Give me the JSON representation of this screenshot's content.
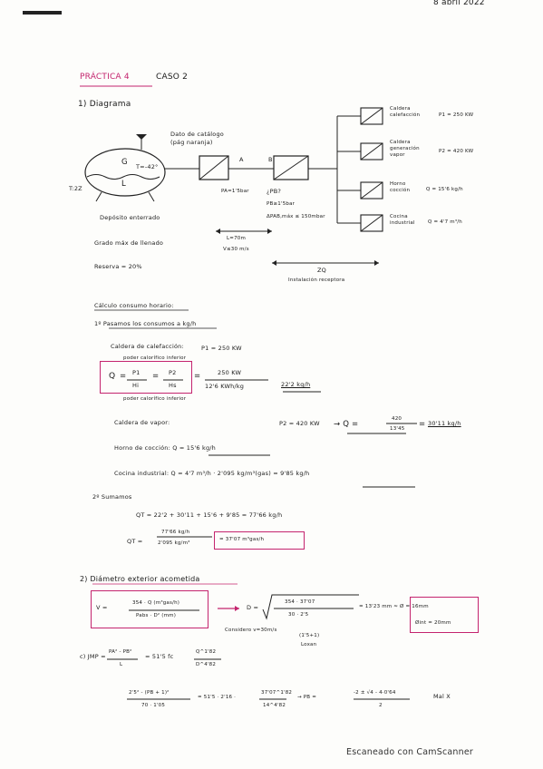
{
  "header": {
    "date": "8 abril 2022"
  },
  "title": {
    "practica": "PRÁCTICA 4",
    "caso": "CASO 2"
  },
  "s1": {
    "heading": "1) Diagrama",
    "tank_g": "G",
    "tank_l": "L",
    "tank_temp": "T=-42°",
    "tank_t": "T:2Z",
    "tank_note": "Dato de catálogo (pág naranja)",
    "deposito": "Depósito enterrado",
    "grado": "Grado máx de llenado",
    "reserva": "Reserva = 20%",
    "pA": "A",
    "pB": "B",
    "pA_val": "PA=1'5bar",
    "pB_q": "¿PB?",
    "pB_val": "PB≥1'5bar",
    "dp": "ΔPAB,máx ≤ 150mbar",
    "len": "L=70m",
    "vel": "V≤30 m/s",
    "zq": "ZQ",
    "receptora": "Instalación receptora",
    "c1": "Caldera calefacción",
    "c1v": "P1 = 250 KW",
    "c2": "Caldera generación vapor",
    "c2v": "P2 = 420 KW",
    "c3": "Horno cocción",
    "c3v": "Q = 15'6 kg/h",
    "c4": "Cocina industrial",
    "c4v": "Q = 4'7 m³/h"
  },
  "calc": {
    "heading": "Cálculo consumo horario:",
    "step1": "1º Pasamos los consumos a kg/h",
    "cal1": "Caldera de calefacción:",
    "cal1v": "P1 = 250 KW",
    "pci_note": "poder calorífico inferior",
    "q_lbl": "Q",
    "p1": "P1",
    "hi": "Hi",
    "p2": "P2",
    "hs": "Hs",
    "num": "250 KW",
    "den": "12'6 KWh/kg",
    "res1": "22'2 kg/h",
    "pci_note2": "poder calorífico inferior",
    "vap": "Caldera de vapor:",
    "vapv": "P2 = 420 KW",
    "vap_num": "420",
    "vap_den": "13'45",
    "vap_res": "30'11 kg/h",
    "horno": "Horno de cocción: Q = 15'6 kg/h",
    "cocina": "Cocina industrial: Q = 4'7 m³/h · 2'095 kg/m³(gas) = 9'85 kg/h",
    "step2": "2º Sumamos",
    "qt1": "QT = 22'2 + 30'11 + 15'6 + 9'85 = 77'66 kg/h",
    "qt2_lbl": "QT =",
    "qt2_num": "77'66 kg/h",
    "qt2_den": "2'095 kg/m³",
    "qt2_res": "= 37'07 m³gas/h"
  },
  "s2": {
    "heading": "2) Diámetro exterior acometida",
    "v_lbl": "V =",
    "v_num": "354 · Q (m³gas/h)",
    "v_den": "Pabs · D² (mm)",
    "d_lbl": "D =",
    "d_num": "354 · 37'07",
    "d_den": "30 · 2'5",
    "d_res": "= 13'23 mm ≈ Ø = 16mm",
    "consider": "Considero v=30m/s",
    "plus": "(1'5+1)",
    "loxan": "Loxan",
    "dint": "Øint = 20mm",
    "jmp": "c) JMP =",
    "jmp_num": "PA² - PB²",
    "jmp_den": "L",
    "jmp_mid": "= 51'5 fc",
    "jmp_q": "Q^1'82",
    "jmp_d": "D^4'82",
    "l2_num": "2'5² - (PB + 1)²",
    "l2_den": "70 · 1'05",
    "l2_mid": "= 51'5 · 2'16 ·",
    "l2_fn": "37'07^1'82",
    "l2_fd": "14^4'82",
    "l2_arrow": "→ PB =",
    "l2_rn": "-2 ± √4 - 4·0'64",
    "l2_rd": "2",
    "mal": "Mal X"
  },
  "footer": {
    "scanner": "Escaneado con CamScanner"
  }
}
